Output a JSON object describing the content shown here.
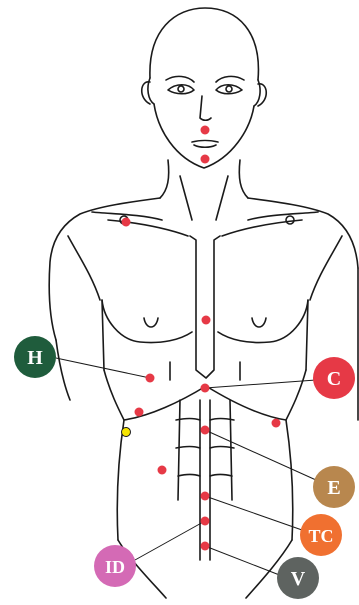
{
  "diagram": {
    "colors": {
      "background": "#ffffff",
      "outline": "#1a1a1a",
      "point": "#e63946",
      "highlight_point": "#f5e400"
    },
    "badges": [
      {
        "id": "h",
        "label": "H",
        "color": "#1f5c3c"
      },
      {
        "id": "c",
        "label": "C",
        "color": "#e63946"
      },
      {
        "id": "e",
        "label": "E",
        "color": "#b8874e"
      },
      {
        "id": "tc",
        "label": "TC",
        "color": "#f07030"
      },
      {
        "id": "id",
        "label": "ID",
        "color": "#d46ab5"
      },
      {
        "id": "v",
        "label": "V",
        "color": "#5e6360"
      }
    ],
    "points_count_note": ""
  }
}
